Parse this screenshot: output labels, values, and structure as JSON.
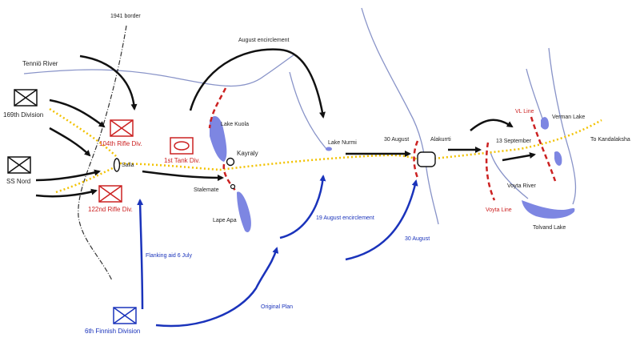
{
  "colors": {
    "soviet": "#cc2222",
    "finnish": "#1a33bb",
    "german": "#111111",
    "road": "#f2c200",
    "river": "#8893c8",
    "lake": "#7d86e2"
  },
  "icons": {
    "unit": "infantry-unit-symbol",
    "armor": "armored-unit-symbol",
    "town": "town-marker"
  },
  "labels": {
    "border_1941": "1941 border",
    "tenniö_river": "Tenniö River",
    "august_encirclement": "August encirclement",
    "div_169": "169th Division",
    "ss_nord": "SS Nord",
    "rifle_104": "104th Rifle Div.",
    "rifle_122": "122nd Rifle Div.",
    "tank_1": "1st Tank Div.",
    "salla": "Salla",
    "lake_kuola": "Lake Kuola",
    "kayraly": "Kayraly",
    "stalemate": "Stalemate",
    "lape_apa": "Lape Apa",
    "lake_nurmi": "Lake Nurmi",
    "aug_30_top": "30 August",
    "alakurrti": "Alakurrti",
    "sep_13": "13 September",
    "vl_line": "VL Line",
    "verman_lake": "Verman Lake",
    "to_kandalaksha": "To Kandalaksha",
    "voyta_river": "Voyta River",
    "voyta_line": "Voyta Line",
    "tolvand_lake": "Tolvand Lake",
    "aug_19_encirclement": "19 August encirclement",
    "aug_30_bottom": "30 August",
    "flanking_aid": "Flanking aid 6 July",
    "original_plan": "Original Plan",
    "finnish_6th": "6th Finnish Division"
  }
}
